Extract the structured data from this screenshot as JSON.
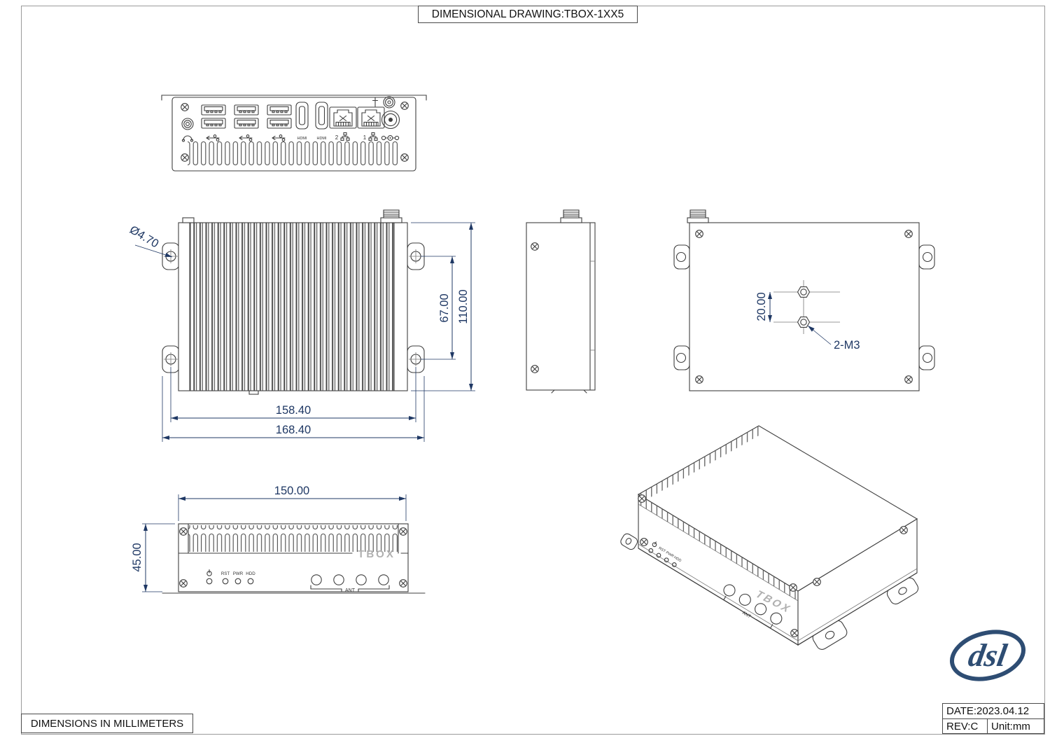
{
  "page": {
    "title": "DIMENSIONAL DRAWING:TBOX-1XX5",
    "footer_note": "DIMENSIONS IN MILLIMETERS",
    "title_block": {
      "date": "DATE:2023.04.12",
      "rev": "REV:C",
      "unit": "Unit:mm"
    }
  },
  "colors": {
    "dimension_text": "#1f3864",
    "drawing_line": "#3f3f3f",
    "logo_navy": "#2e4d73",
    "brand_gray": "#b0b0b0"
  },
  "views": {
    "rear_panel": {
      "hdmi_label": "HDMI",
      "lan_port_2": "2",
      "lan_port_1": "1"
    },
    "top": {
      "dim_mount_hole_dia": "Ø4.70",
      "dim_hole_spacing_vertical": "67.00",
      "dim_body_height": "110.00",
      "dim_hole_spacing_horizontal": "158.40",
      "dim_overall_width": "168.40"
    },
    "bottom": {
      "dim_standoff_spacing": "20.00",
      "standoff_thread": "2-M3"
    },
    "front": {
      "dim_width": "150.00",
      "dim_height": "45.00",
      "brand": "TBOX",
      "led_rst": "RST",
      "led_pwr": "PWR",
      "led_hdd": "HDD",
      "ant_label": "ANT"
    }
  },
  "logo": {
    "text": "dsl"
  },
  "icons": {
    "power": "circle-with-bar",
    "headphone": "arc-with-earpieces",
    "usb3": "trident-ss",
    "dc_in": "barrel-plug-polarity",
    "antenna": "antenna-mast",
    "lan": "network-nodes",
    "screw": "phillips-cross"
  }
}
